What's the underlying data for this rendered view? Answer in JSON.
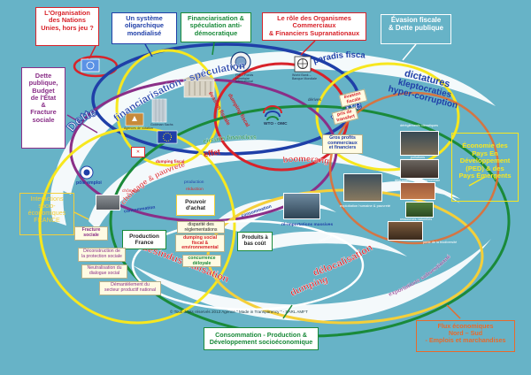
{
  "frames": {
    "un": [
      "L'Organisation",
      "des Nations",
      "Unies, hors jeu ?"
    ],
    "oligarchique": [
      "Un système",
      "oligarchique",
      "mondialisé"
    ],
    "financiarisation": [
      "Financiarisation &",
      "spéculation anti-",
      "démocratique"
    ],
    "organismes": [
      "Le rôle des Organismes",
      "Commerciaux",
      "& Financiers Supranationaux"
    ],
    "evasion": [
      "Évasion fiscale",
      "& Dette publique"
    ],
    "dette_publique": [
      "Dette",
      "publique,",
      "Budget",
      "de l'État",
      "&",
      "Fracture",
      "sociale"
    ],
    "economie": [
      "Économie des",
      "Pays En",
      "Développement",
      "(PED) & des",
      "Pays Émergents"
    ],
    "interactions": [
      "Interactions",
      "socio-",
      "économiques",
      "FRANCE"
    ],
    "consommation": [
      "Consommation - Production &",
      "Développement socioéconomique"
    ],
    "flux": [
      "Flux économiques",
      "Nord – Sud",
      "- Emplois et marchandises"
    ]
  },
  "loop_words": {
    "financiarisation": "financiarisation - spéculation",
    "paradis": "paradis fiscaux",
    "dictatures": [
      "dictatures",
      "kleptocraties",
      "hyper-corruption"
    ],
    "dette_left": "Dette",
    "dette_right": "Dette",
    "chomage": "chômage & pauvreté",
    "effet": "effet",
    "boomerang": "boomerang",
    "desindustrialisation": "désindustrialisation",
    "delocalisation": "délocalisation",
    "dumping": "dumping",
    "exportations": "exportations subventionnées",
    "evasion_fiscale": "évasion fiscale",
    "dumping_fiscal": "dumping fiscal",
    "circuits": "circuits financiers"
  },
  "boxes": {
    "pouvoir": [
      "Pouvoir",
      "d'achat"
    ],
    "production": [
      "Production",
      "France"
    ],
    "produits": [
      "Produits à",
      "bas coût"
    ],
    "dumping_social": [
      "dumping social",
      "fiscal &",
      "environnemental"
    ],
    "disparite": [
      "disparité des",
      "réglementations"
    ],
    "fracture": [
      "Fracture",
      "sociale"
    ],
    "deconstruction": [
      "Déconstruction de",
      "la protection sociale"
    ],
    "neutralisation": [
      "Neutralisation du",
      "dialogue social"
    ],
    "demantelement": [
      "Démantèlement du",
      "secteur productif national"
    ],
    "gros_profits": [
      "Gros profits",
      "commerciaux",
      "et financiers"
    ],
    "concurrence": [
      "concurrence",
      "déloyale"
    ],
    "evasion_box": [
      "évasion",
      "fiscale"
    ],
    "prix_transfert": [
      "prix de",
      "transfert"
    ]
  },
  "small_labels": {
    "fmi": "FMI – Fonds Monétaire International",
    "banque_mondiale": "World Bank – Banque Mondiale",
    "omc": "WTO - OMC",
    "agences": "Agences de notation",
    "goldman": "Goldman Sachs",
    "pole_emploi": "pôle emploi",
    "consommation_lbl": "consommation",
    "consommation_lbl2": "consommation",
    "production_lbl": "production",
    "reimportations": "ré-importations massives",
    "marches": "marchés",
    "derives": "dérives",
    "degradation": "dégradation environnementale",
    "ressources": "ressources naturelles",
    "dereglements": "dérèglements climatiques",
    "pollutions": "pollutions",
    "biodiversite": "perte de la biodiversité",
    "exploitation": "exploitation humaine & pauvreté",
    "dumping_fiscal_lbl": "dumping fiscal",
    "chomage_lbl": "chômage",
    "reduction": "réduction"
  },
  "copyright": "© Tous droits réservés 2013 Agence \" Made in Transparency \" - SARL AMFT"
}
